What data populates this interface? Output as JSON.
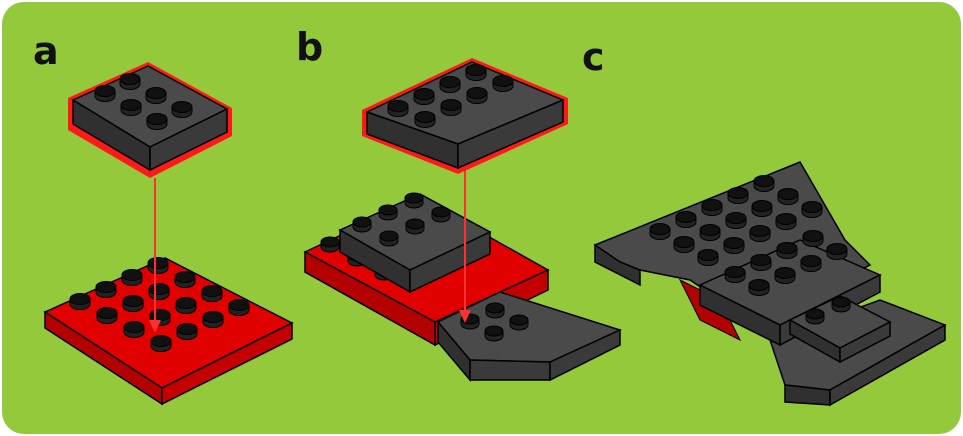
{
  "steps": [
    {
      "label": "a"
    },
    {
      "label": "b"
    },
    {
      "label": "c"
    }
  ],
  "colors": {
    "background": "#94c93c",
    "red_plate_top": "#e00000",
    "red_plate_side": "#b30000",
    "dark_plate_top": "#4a4a4a",
    "dark_plate_side": "#303030",
    "stud_top": "#111111",
    "outline": "#000000",
    "highlight": "#ff1a1a",
    "arrow": "#ff3030"
  },
  "icons": [
    "lego-plate-2x3-dark",
    "lego-plate-4x4-red",
    "lego-wedge-plate-dark",
    "down-arrow"
  ]
}
